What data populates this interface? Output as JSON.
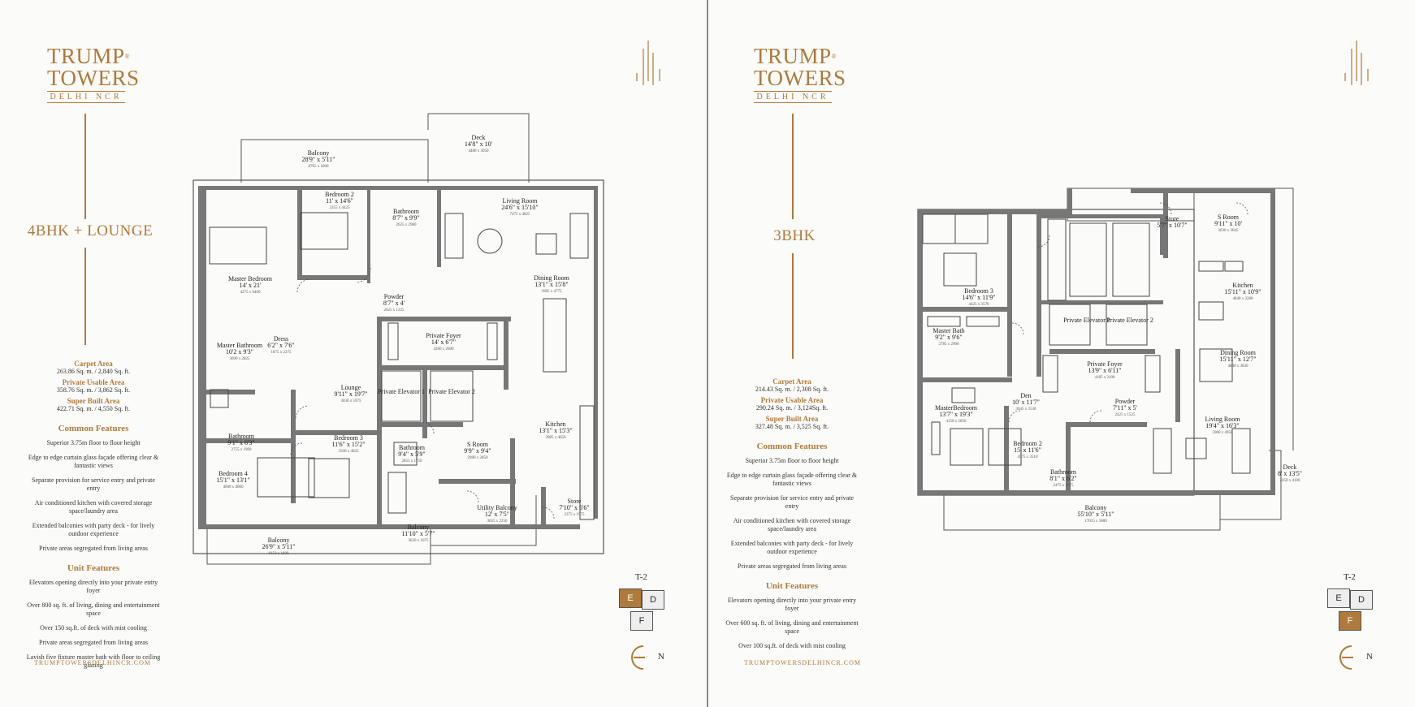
{
  "brand": {
    "line1": "TRUMP",
    "reg": "®",
    "line2": "TOWERS",
    "line3": "DELHI NCR"
  },
  "url": "TRUMPTOWERSDELHINCR.COM",
  "left": {
    "unit_type": "4BHK + LOUNGE",
    "areas": [
      {
        "name": "Carpet Area",
        "value": "263.86 Sq. m. / 2,840 Sq. ft."
      },
      {
        "name": "Private Usable Area",
        "value": "358.76 Sq. m. / 3,862 Sq. ft."
      },
      {
        "name": "Super Built Area",
        "value": "422.71 Sq. m. / 4,550 Sq. ft."
      }
    ],
    "common_title": "Common Features",
    "common_features": [
      "Superior 3.75m floor to floor height",
      "Edge to edge curtain glass façade offering clear & fantastic views",
      "Separate provision for service entry and private entry",
      "Air conditioned kitchen with covered storage space/laundry area",
      "Extended balconies with party deck - for lively outdoor experience",
      "Private areas segregated from living areas"
    ],
    "unit_title": "Unit Features",
    "unit_features": [
      "Elevators opening directly into your private entry foyer",
      "Over 800 sq. ft. of living, dining and entertainment space",
      "Over 150 sq.ft. of deck with mist cooling",
      "Private areas segregated from living areas",
      "Lavish five fixture master bath with floor to ceiling glazing"
    ],
    "tower": "T-2",
    "key": {
      "e": "E",
      "d": "D",
      "f": "F",
      "active": "E"
    },
    "north": "N",
    "rooms": [
      {
        "n": "Balcony",
        "d": "28'9\" x 5'11\"",
        "m": "8765 x 1800"
      },
      {
        "n": "Deck",
        "d": "14'8\" x 10'",
        "m": "4480 x 3050"
      },
      {
        "n": "Bedroom 2",
        "d": "11' x 14'6\"",
        "m": "3355 x 4425"
      },
      {
        "n": "Bathroom",
        "d": "8'7\" x 9'9\"",
        "m": "2625 x 2980"
      },
      {
        "n": "Living Room",
        "d": "24'6\" x 15'10\"",
        "m": "7475 x 4825"
      },
      {
        "n": "Master Bedroom",
        "d": "14' x 21'",
        "m": "4275 x 6400"
      },
      {
        "n": "Powder",
        "d": "8'7\" x 4'",
        "m": "2625 x 1225"
      },
      {
        "n": "Dining Room",
        "d": "13'1\" x 15'8\"",
        "m": "3985 x 4775"
      },
      {
        "n": "Private Foyer",
        "d": "14' x 6'7\"",
        "m": "4260 x 2000"
      },
      {
        "n": "Dress",
        "d": "6'2\" x 7'6\"",
        "m": "1875 x 2275"
      },
      {
        "n": "Master Bathroom",
        "d": "10'2 x 9'3\"",
        "m": "3090 x 2825"
      },
      {
        "n": "Lounge",
        "d": "9'11\" x 19'7\"",
        "m": "3030 x 5975"
      },
      {
        "n": "Private Elevator 1",
        "d": "",
        "m": ""
      },
      {
        "n": "Private Elevator 2",
        "d": "",
        "m": ""
      },
      {
        "n": "Kitchen",
        "d": "13'1\" x 15'3\"",
        "m": "3985 x 4650"
      },
      {
        "n": "Bathroom",
        "d": "9'1\" x 6'3\"",
        "m": "2755 x 1900"
      },
      {
        "n": "Bedroom 3",
        "d": "11'6\" x 15'2\"",
        "m": "3500 x 4625"
      },
      {
        "n": "Bathroom",
        "d": "9'4\" x 5'9\"",
        "m": "2855 x 1750"
      },
      {
        "n": "S Room",
        "d": "9'9\" x 9'4\"",
        "m": "2980 x 2850"
      },
      {
        "n": "Bedroom 4",
        "d": "15'1\" x 13'1\"",
        "m": "4600 x 4000"
      },
      {
        "n": "Utility Balcony",
        "d": "12' x 7'5\"",
        "m": "3635 x 2250"
      },
      {
        "n": "Store",
        "d": "7'10\" x 6'6\"",
        "m": "2375 x 1975"
      },
      {
        "n": "Balcony",
        "d": "26'9\" x 5'11\"",
        "m": "8150 x 1800"
      },
      {
        "n": "Balcony",
        "d": "11'10\" x 5'7\"",
        "m": "3620 x 1075"
      }
    ]
  },
  "right": {
    "unit_type": "3BHK",
    "areas": [
      {
        "name": "Carpet Area",
        "value": "214.43 Sq. m. / 2,308 Sq. ft."
      },
      {
        "name": "Private Usable Area",
        "value": "290.24 Sq. m. / 3,124Sq. ft."
      },
      {
        "name": "Super Built Area",
        "value": "327.48 Sq. m. / 3,525 Sq. ft."
      }
    ],
    "common_title": "Common Features",
    "common_features": [
      "Superior 3.75m floor to floor height",
      "Edge to edge curtain glass façade offering clear & fantastic views",
      "Separate provision for service entry and private entry",
      "Air conditioned kitchen with covered storage space/laundry area",
      "Extended balconies with party deck - for lively outdoor experience",
      "Private areas segregated from living areas"
    ],
    "unit_title": "Unit Features",
    "unit_features": [
      "Elevators opening directly into your private entry foyer",
      "Over 600 sq. ft. of living, dining and entertainment space",
      "Over 100 sq.ft. of deck with mist cooling"
    ],
    "tower": "T-2",
    "key": {
      "e": "E",
      "d": "D",
      "f": "F",
      "active": "F"
    },
    "north": "N",
    "rooms": [
      {
        "n": "S Room",
        "d": "9'11\" x 10'",
        "m": "3030 x 3045"
      },
      {
        "n": "Store",
        "d": "5'7\" x 10'7\"",
        "m": ""
      },
      {
        "n": "Bedroom 3",
        "d": "14'6\" x 11'9\"",
        "m": "4425 x 3570"
      },
      {
        "n": "Kitchen",
        "d": "15'11\" x 10'9\"",
        "m": "4840 x 3280"
      },
      {
        "n": "Private Elevator 1",
        "d": "",
        "m": ""
      },
      {
        "n": "Private Elevator 2",
        "d": "",
        "m": ""
      },
      {
        "n": "Master Bath",
        "d": "9'2\" x 9'6\"",
        "m": "2785 x 2900"
      },
      {
        "n": "Dining Room",
        "d": "15'11\" x 12'7\"",
        "m": "4840 x 3830"
      },
      {
        "n": "Private Foyer",
        "d": "13'9\" x 6'11\"",
        "m": "4185 x 2100"
      },
      {
        "n": "MasterBedroom",
        "d": "13'7\" x 19'3\"",
        "m": "4150 x 5850"
      },
      {
        "n": "Den",
        "d": "10' x 11'7\"",
        "m": "3045 x 3530"
      },
      {
        "n": "Powder",
        "d": "7'11\" x 5'",
        "m": "2425 x 1525"
      },
      {
        "n": "Living Room",
        "d": "19'4\" x 16'3\"",
        "m": "5900 x 4950"
      },
      {
        "n": "Bedroom 2",
        "d": "15' x 11'6\"",
        "m": "4575 x 3510"
      },
      {
        "n": "Bathroom",
        "d": "8'1\" x 6'2\"",
        "m": "2475 x 1875"
      },
      {
        "n": "Deck",
        "d": "8' x 13'5\"",
        "m": "2450 x 4100"
      },
      {
        "n": "Balcony",
        "d": "55'10\" x 5'11\"",
        "m": "17015 x 1800"
      }
    ]
  },
  "colors": {
    "accent": "#b07a3a",
    "wall": "#777777",
    "line": "#555555"
  }
}
